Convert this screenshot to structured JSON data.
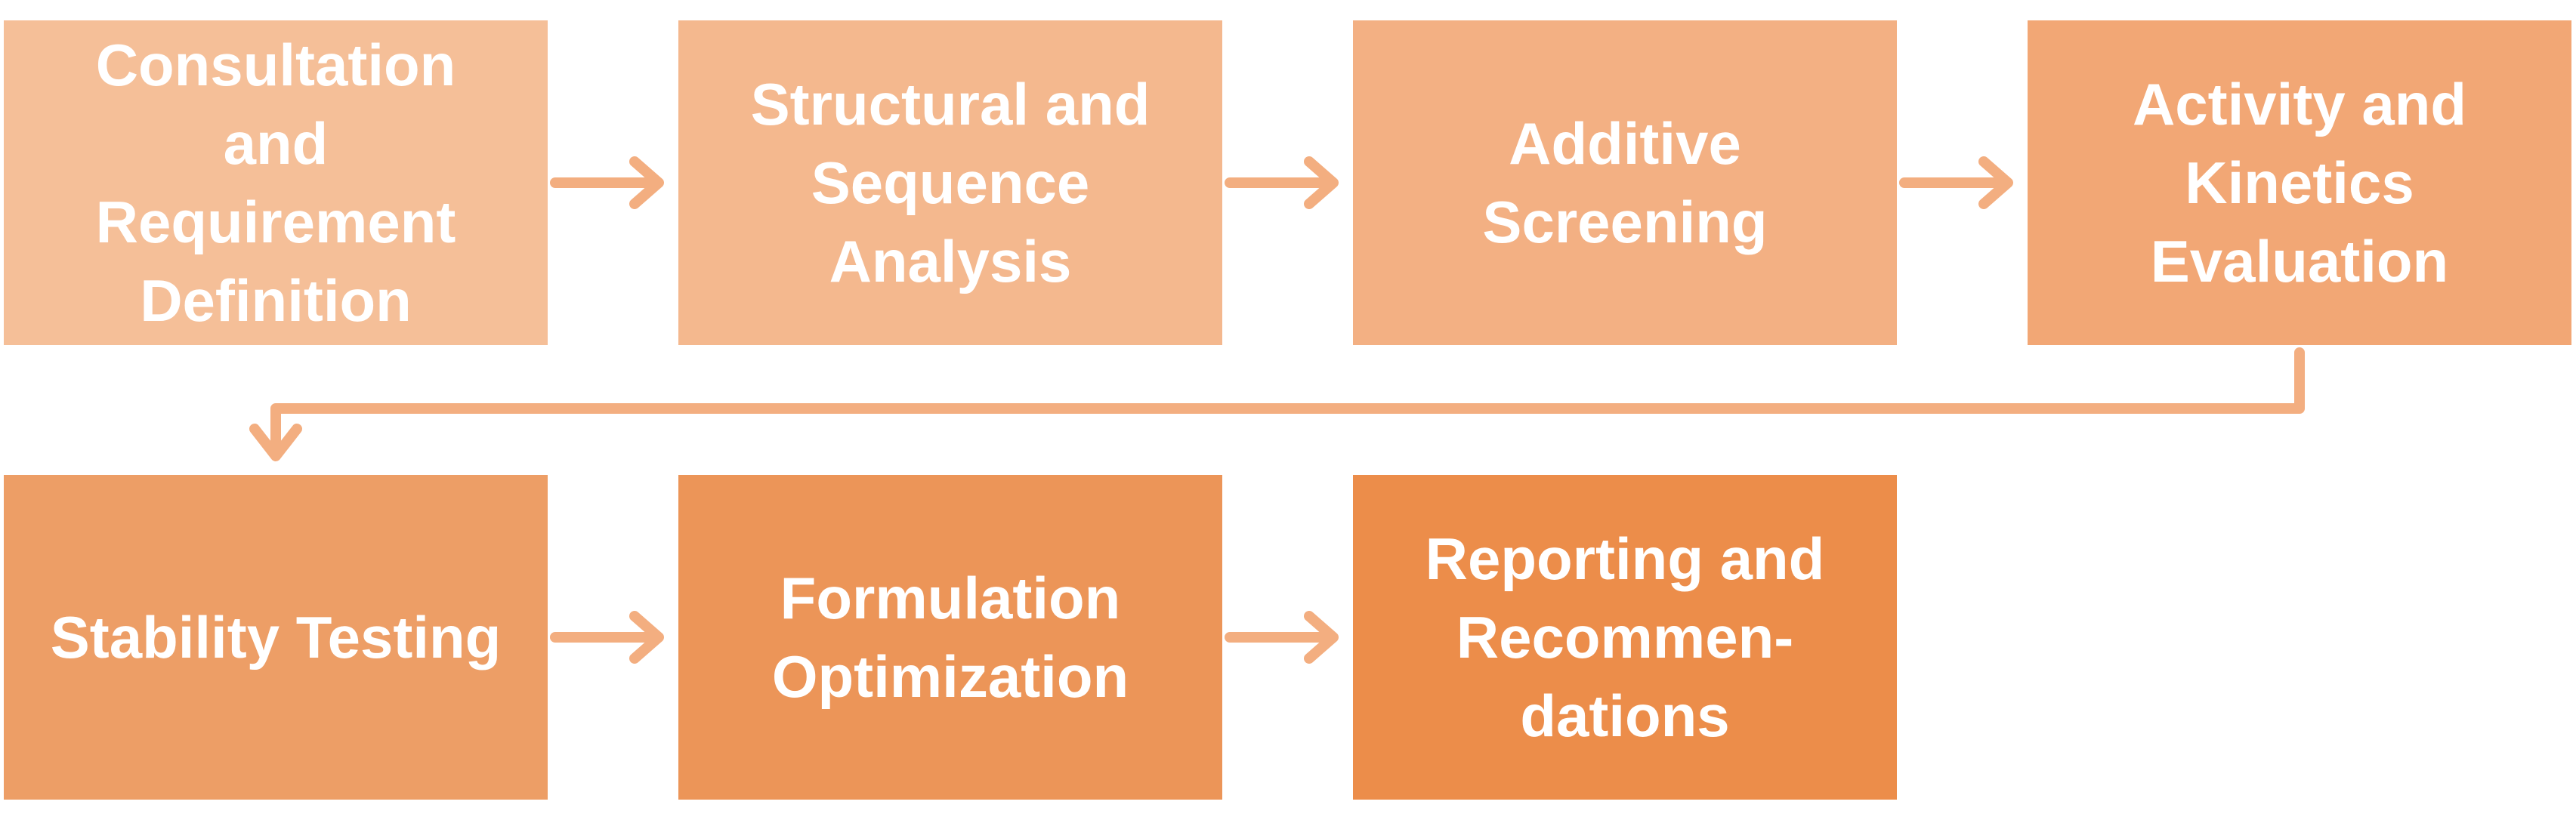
{
  "diagram": {
    "type": "process-flow",
    "steps": [
      {
        "id": "s1",
        "label": "Consultation\nand\nRequirement\nDefinition",
        "color": "#F5BF98"
      },
      {
        "id": "s2",
        "label": "Structural and\nSequence\nAnalysis",
        "color": "#F4B88E"
      },
      {
        "id": "s3",
        "label": "Additive\nScreening",
        "color": "#F3B083"
      },
      {
        "id": "s4",
        "label": "Activity and\nKinetics\nEvaluation",
        "color": "#F2A775"
      },
      {
        "id": "s5",
        "label": "Stability Testing",
        "color": "#ED9E66"
      },
      {
        "id": "s6",
        "label": "Formulation\nOptimization",
        "color": "#EC9558"
      },
      {
        "id": "s7",
        "label": "Reporting and\nRecommen-\ndations",
        "color": "#EC8D4A"
      }
    ],
    "edges": [
      {
        "from": "s1",
        "to": "s2"
      },
      {
        "from": "s2",
        "to": "s3"
      },
      {
        "from": "s3",
        "to": "s4"
      },
      {
        "from": "s4",
        "to": "s5"
      },
      {
        "from": "s5",
        "to": "s6"
      },
      {
        "from": "s6",
        "to": "s7"
      }
    ],
    "connector_color": "#F3AE80"
  }
}
